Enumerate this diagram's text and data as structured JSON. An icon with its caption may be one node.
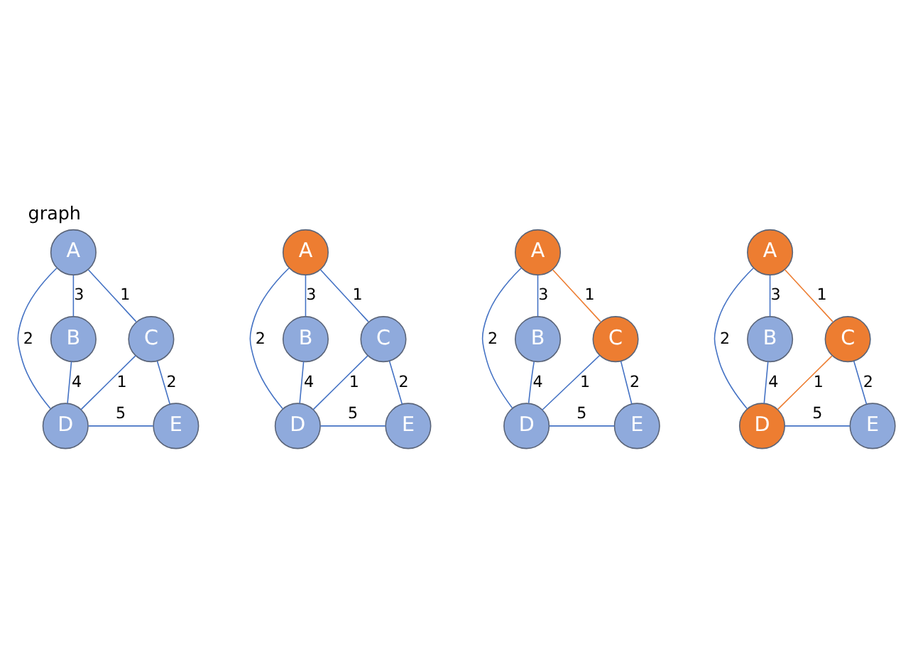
{
  "diagram": {
    "title": "graph",
    "nodes": [
      {
        "text": [
          "A"
        ]
      },
      {
        "text": [
          "B"
        ]
      },
      {
        "text": [
          "C"
        ]
      },
      {
        "text": [
          "D"
        ]
      },
      {
        "text": [
          "E"
        ]
      },
      {
        "text": [
          "A"
        ]
      },
      {
        "text": [
          "B"
        ]
      },
      {
        "text": [
          "C"
        ]
      },
      {
        "text": [
          "D"
        ]
      },
      {
        "text": [
          "E"
        ]
      },
      {
        "text": [
          "A"
        ]
      },
      {
        "text": [
          "B"
        ]
      },
      {
        "text": [
          "C"
        ]
      },
      {
        "text": [
          "D"
        ]
      },
      {
        "text": [
          "E"
        ]
      },
      {
        "text": [
          "A"
        ]
      },
      {
        "text": [
          "B"
        ]
      },
      {
        "text": [
          "C"
        ]
      },
      {
        "text": [
          "D"
        ]
      },
      {
        "text": [
          "E"
        ]
      }
    ],
    "edges": [
      {
        "from": 0,
        "to": 1,
        "arrow": "none",
        "label": "3"
      },
      {
        "from": 0,
        "to": 2,
        "arrow": "none",
        "label": "1"
      },
      {
        "from": 0,
        "to": 3,
        "arrow": "none",
        "label": "2"
      },
      {
        "from": 1,
        "to": 3,
        "arrow": "none",
        "label": "4"
      },
      {
        "from": 2,
        "to": 3,
        "arrow": "none",
        "label": "1"
      },
      {
        "from": 2,
        "to": 4,
        "arrow": "none",
        "label": "2"
      },
      {
        "from": 3,
        "to": 4,
        "arrow": "none",
        "label": "5"
      },
      {
        "from": 5,
        "to": 6,
        "arrow": "none",
        "label": "3"
      },
      {
        "from": 5,
        "to": 7,
        "arrow": "none",
        "label": "1"
      },
      {
        "from": 5,
        "to": 8,
        "arrow": "none",
        "label": "2"
      },
      {
        "from": 6,
        "to": 8,
        "arrow": "none",
        "label": "4"
      },
      {
        "from": 7,
        "to": 8,
        "arrow": "none",
        "label": "1"
      },
      {
        "from": 7,
        "to": 9,
        "arrow": "none",
        "label": "2"
      },
      {
        "from": 8,
        "to": 9,
        "arrow": "none",
        "label": "5"
      },
      {
        "from": 10,
        "to": 11,
        "arrow": "none",
        "label": "3"
      },
      {
        "from": 10,
        "to": 12,
        "arrow": "none",
        "label": "1",
        "color": "#ed7d31"
      },
      {
        "from": 10,
        "to": 13,
        "arrow": "none",
        "label": "2"
      },
      {
        "from": 11,
        "to": 13,
        "arrow": "none",
        "label": "4"
      },
      {
        "from": 12,
        "to": 13,
        "arrow": "none",
        "label": "1"
      },
      {
        "from": 12,
        "to": 14,
        "arrow": "none",
        "label": "2"
      },
      {
        "from": 13,
        "to": 14,
        "arrow": "none",
        "label": "5"
      },
      {
        "from": 15,
        "to": 16,
        "arrow": "none",
        "label": "3"
      },
      {
        "from": 15,
        "to": 17,
        "arrow": "none",
        "label": "1",
        "color": "#ed7d31"
      },
      {
        "from": 15,
        "to": 18,
        "arrow": "none",
        "label": "2"
      },
      {
        "from": 16,
        "to": 18,
        "arrow": "none",
        "label": "4"
      },
      {
        "from": 17,
        "to": 18,
        "arrow": "none",
        "label": "1",
        "color": "#ed7d31"
      },
      {
        "from": 17,
        "to": 19,
        "arrow": "none",
        "label": "2"
      },
      {
        "from": 18,
        "to": 19,
        "arrow": "none",
        "label": "5"
      }
    ]
  }
}
